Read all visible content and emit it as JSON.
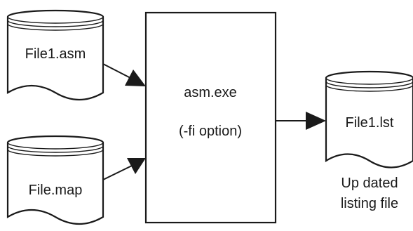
{
  "files": {
    "asm_input": "File1.asm",
    "map_input": "File.map",
    "lst_output": "File1.lst"
  },
  "process": {
    "name": "asm.exe",
    "option": "(-fi option)"
  },
  "output_caption": {
    "line1": "Up dated",
    "line2": "listing file"
  }
}
